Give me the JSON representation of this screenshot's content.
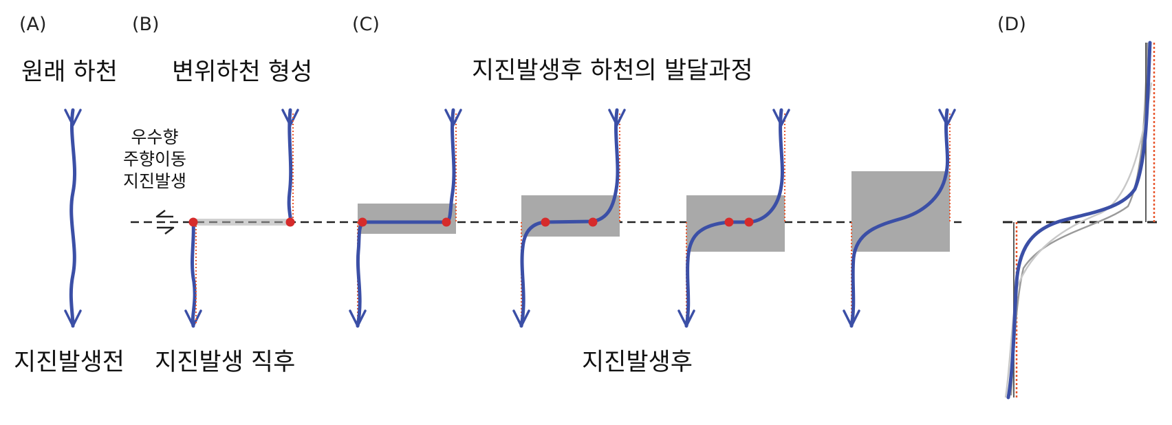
{
  "panels": {
    "a": "(A)",
    "b": "(B)",
    "c": "(C)",
    "d": "(D)"
  },
  "titles": {
    "original_river": "원래 하천",
    "offset_river": "변위하천 형성",
    "development": "지진발생후 하천의 발달과정"
  },
  "motion_note": [
    "우수향",
    "주향이동",
    "지진발생"
  ],
  "captions": {
    "before": "지진발생전",
    "right_after": "지진발생 직후",
    "after": "지진발생후"
  },
  "colors": {
    "stream": "#3b4fa6",
    "fault": "#222222",
    "knickpoint": "#d62b2b",
    "reference": "#e8542a",
    "deflection_zone": "#a9a9a9",
    "arrow": "#222222",
    "older_channels": [
      "#9a9a9a",
      "#c8c8c8",
      "#5c5c5c"
    ]
  }
}
